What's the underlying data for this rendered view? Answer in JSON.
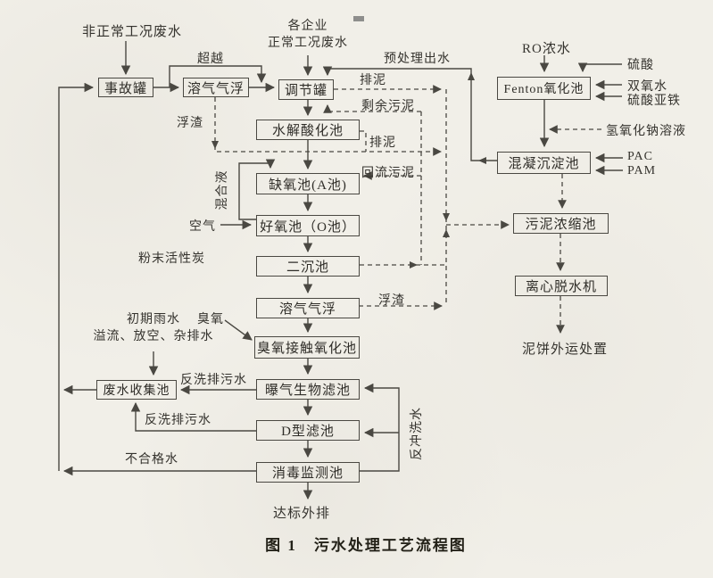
{
  "figure": {
    "caption": "图 1　污水处理工艺流程图"
  },
  "colors": {
    "background": "#f1efe8",
    "line": "#4a4842",
    "text": "#35332e"
  },
  "nodes": {
    "accident_tank": "事故罐",
    "daf_1": "溶气气浮",
    "regulating_tank": "调节罐",
    "hydrolysis_tank": "水解酸化池",
    "anoxic_tank": "缺氧池(A池)",
    "aerobic_tank": "好氧池（O池）",
    "secondary_clarifier": "二沉池",
    "daf_2": "溶气气浮",
    "ozone_tank": "臭氧接触氧化池",
    "baf": "曝气生物滤池",
    "d_filter": "D型滤池",
    "disinfection_tank": "消毒监测池",
    "collection_tank": "废水收集池",
    "fenton_tank": "Fenton氧化池",
    "coagulation_tank": "混凝沉淀池",
    "thickener": "污泥浓缩池",
    "centrifuge": "离心脱水机"
  },
  "streams": {
    "abnormal": "非正常工况废水",
    "normal_line1": "各企业",
    "normal_line2": "正常工况废水",
    "bypass": "超越",
    "pretreated": "预处理出水",
    "sludge_discharge_1": "排泥",
    "excess_sludge": "剩余污泥",
    "sludge_discharge_2": "排泥",
    "return_sludge": "回流污泥",
    "scum_1": "浮渣",
    "mixed_liquor": "混合液",
    "air": "空气",
    "activated_carbon": "粉末活性炭",
    "scum_2": "浮渣",
    "ozone": "臭氧",
    "rain_line1": "初期雨水",
    "rain_line2": "溢流、放空、杂排水",
    "backwash_drain_1": "反洗排污水",
    "backwash_drain_2": "反洗排污水",
    "off_spec": "不合格水",
    "discharge": "达标外排",
    "backwash_supply": "反冲洗水",
    "ro_concentrate": "RO浓水",
    "sulfuric_acid": "硫酸",
    "hydrogen_peroxide": "双氧水",
    "ferrous_sulfate": "硫酸亚铁",
    "sodium_hydroxide": "氢氧化钠溶液",
    "pac": "PAC",
    "pam": "PAM",
    "sludge_cake": "泥饼外运处置"
  }
}
